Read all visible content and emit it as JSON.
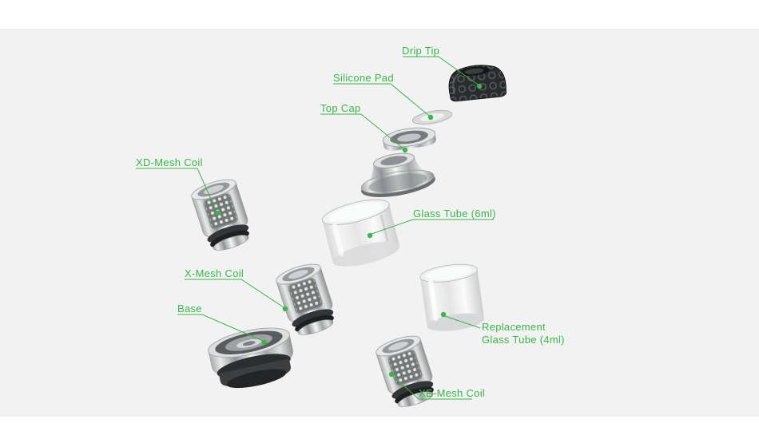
{
  "colors": {
    "accent_green": "#3bb54a",
    "stage_bg": "#f2f2f3",
    "page_bg": "#ffffff"
  },
  "diagram": {
    "parts": [
      {
        "id": "drip-tip",
        "label": "Drip Tip"
      },
      {
        "id": "silicone-pad",
        "label": "Silicone Pad"
      },
      {
        "id": "top-cap",
        "label": "Top Cap"
      },
      {
        "id": "xd-mesh-coil",
        "label": "XD-Mesh Coil"
      },
      {
        "id": "glass-tube-6ml",
        "label": "Glass Tube (6ml)"
      },
      {
        "id": "x-mesh-coil",
        "label": "X-Mesh Coil"
      },
      {
        "id": "base",
        "label": "Base"
      },
      {
        "id": "replacement-glass-tube-4ml",
        "label_line1": "Replacement",
        "label_line2": "Glass Tube (4ml)"
      },
      {
        "id": "xe-mesh-coil",
        "label": "XE-Mesh Coil"
      }
    ]
  }
}
